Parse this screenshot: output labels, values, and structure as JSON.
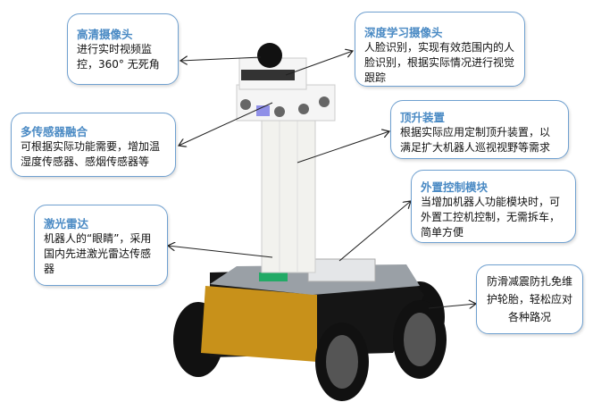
{
  "callouts": [
    {
      "title": "高清摄像头",
      "text": "进行实时视频监控，360° 无死角"
    },
    {
      "title": "深度学习摄像头",
      "text": "人脸识别，实现有效范围内的人脸识别，根据实际情况进行视觉跟踪"
    },
    {
      "title": "多传感器融合",
      "text": "可根据实际功能需要，增加温湿度传感器、感烟传感器等"
    },
    {
      "title": "顶升装置",
      "text": "根据实际应用定制顶升装置，以满足扩大机器人巡视视野等需求"
    },
    {
      "title": "外置控制模块",
      "text": "当增加机器人功能模块时，可外置工控机控制，无需拆车，简单方便"
    },
    {
      "title": "激光雷达",
      "text": "机器人的“眼睛”，采用国内先进激光雷达传感器"
    },
    {
      "text": "防滑减震防扎免维护轮胎，轻松应对各种路况"
    }
  ]
}
